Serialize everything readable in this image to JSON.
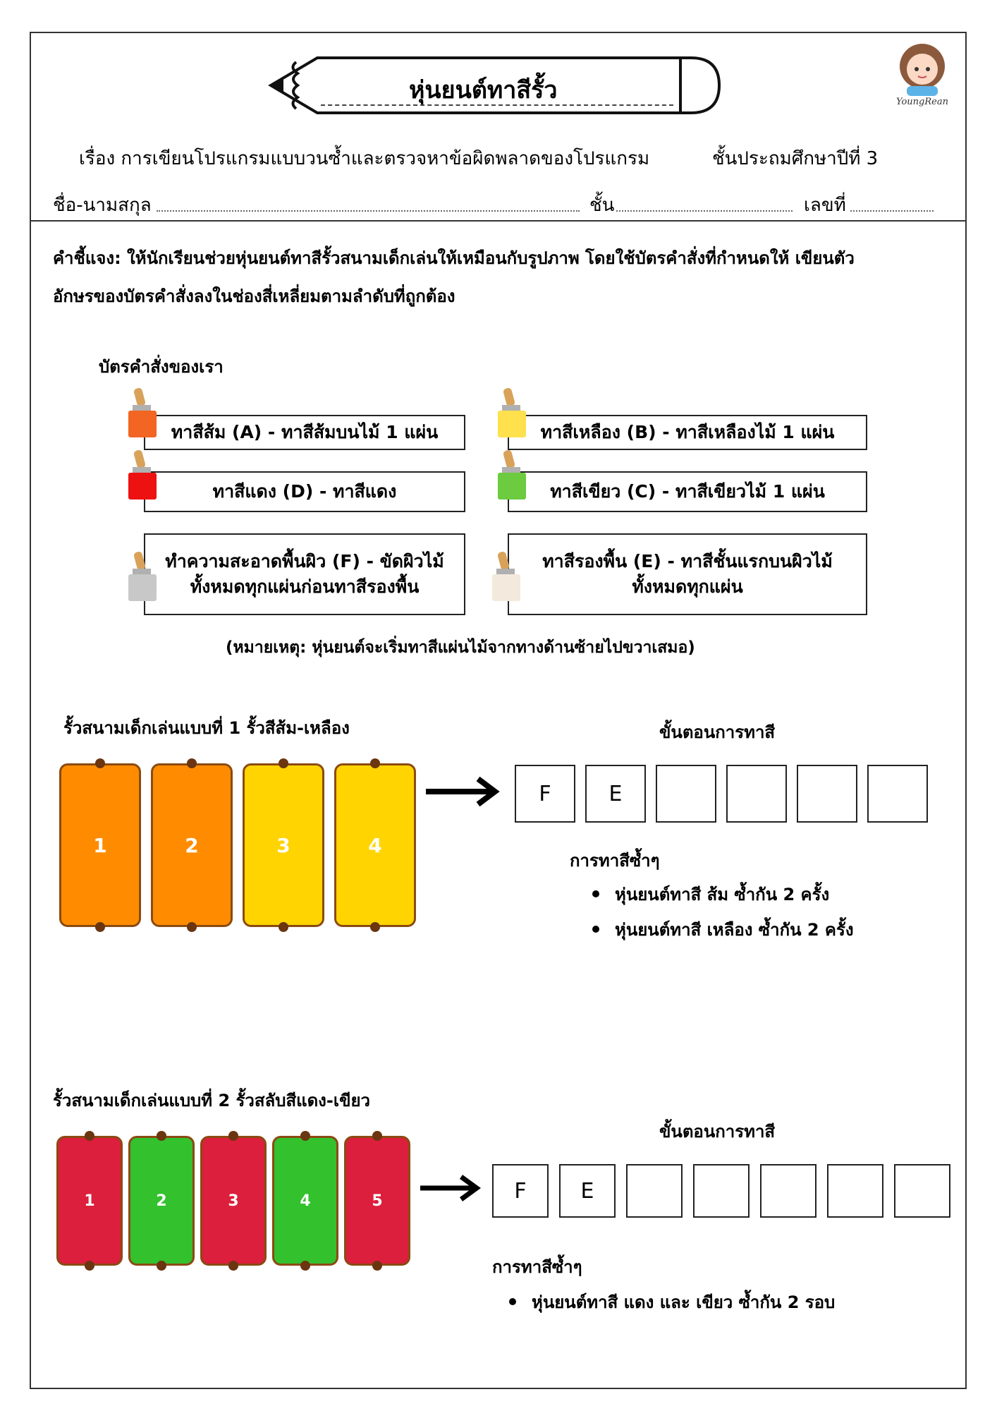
{
  "header": {
    "title": "หุ่นยนต์ทาสีรั้ว",
    "logo_text": "YoungRean",
    "topic": "เรื่อง การเขียนโปรแกรมแบบวนซ้ำและตรวจหาข้อผิดพลาดของโปรแกรม",
    "grade": "ชั้นประถมศึกษาปีที่ 3",
    "name_label": "ชื่อ-นามสกุล",
    "class_label": "ชั้น",
    "number_label": "เลขที่"
  },
  "instructions": {
    "line1": "คำชี้แจง: ให้นักเรียนช่วยหุ่นยนต์ทาสีรั้วสนามเด็กเล่นให้เหมือนกับรูปภาพ โดยใช้บัตรคำสั่งที่กำหนดให้ เขียนตัว",
    "line2": "อักษรของบัตรคำสั่งลงในช่องสี่เหลี่ยมตามลำดับที่ถูกต้อง"
  },
  "cards": {
    "heading": "บัตรคำสั่งของเรา",
    "items": [
      {
        "line1": "ทาสีส้ม (A) - ทาสีส้มบนไม้ 1 แผ่น",
        "line2": "",
        "color": "#F26522"
      },
      {
        "line1": "ทาสีเหลือง (B) - ทาสีเหลืองไม้ 1 แผ่น",
        "line2": "",
        "color": "#FFE04D"
      },
      {
        "line1": "ทาสีแดง (D) - ทาสีแดง",
        "line2": "",
        "color": "#EE1111"
      },
      {
        "line1": "ทาสีเขียว (C) - ทาสีเขียวไม้ 1 แผ่น",
        "line2": "",
        "color": "#6CCB3E"
      },
      {
        "line1": "ทำความสะอาดพื้นผิว (F) - ขัดผิวไม้",
        "line2": "ทั้งหมดทุกแผ่นก่อนทาสีรองพื้น",
        "color": "#C8C8C8"
      },
      {
        "line1": "ทาสีรองพื้น (E) - ทาสีชั้นแรกบนผิวไม้",
        "line2": "ทั้งหมดทุกแผ่น",
        "color": "#F3E9DC"
      }
    ],
    "note": "(หมายเหตุ: หุ่นยนต์จะเริ่มทาสีแผ่นไม้จากทางด้านซ้ายไปขวาเสมอ)"
  },
  "fence1": {
    "title": "รั้วสนามเด็กเล่นแบบที่ 1 รั้วสีส้ม-เหลือง",
    "boards": [
      {
        "label": "1",
        "color": "#FF8C00"
      },
      {
        "label": "2",
        "color": "#FF8C00"
      },
      {
        "label": "3",
        "color": "#FFD400"
      },
      {
        "label": "4",
        "color": "#FFD400"
      }
    ],
    "steps_title": "ขั้นตอนการทาสี",
    "steps": [
      "F",
      "E",
      "",
      "",
      "",
      ""
    ],
    "repeat_title": "การทาสีซ้ำๆ",
    "bullets": [
      "หุ่นยนต์ทาสี ส้ม ซ้ำกัน 2 ครั้ง",
      "หุ่นยนต์ทาสี เหลือง ซ้ำกัน 2 ครั้ง"
    ]
  },
  "fence2": {
    "title": "รั้วสนามเด็กเล่นแบบที่ 2 รั้วสลับสีแดง-เขียว",
    "boards": [
      {
        "label": "1",
        "color": "#DC1F3C"
      },
      {
        "label": "2",
        "color": "#33C12E"
      },
      {
        "label": "3",
        "color": "#DC1F3C"
      },
      {
        "label": "4",
        "color": "#33C12E"
      },
      {
        "label": "5",
        "color": "#DC1F3C"
      }
    ],
    "steps_title": "ขั้นตอนการทาสี",
    "steps": [
      "F",
      "E",
      "",
      "",
      "",
      "",
      ""
    ],
    "repeat_title": "การทาสีซ้ำๆ",
    "bullets": [
      "หุ่นยนต์ทาสี แดง และ เขียว ซ้ำกัน 2 รอบ"
    ]
  }
}
